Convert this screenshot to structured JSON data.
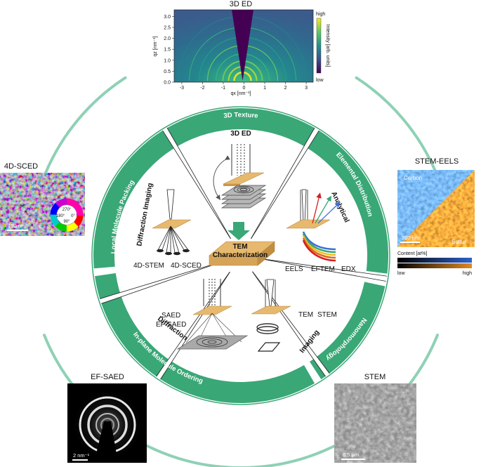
{
  "center": {
    "line1": "TEM",
    "line2": "Characterization"
  },
  "bands": {
    "texture": "3D Texture",
    "elemental": "Elemental Distribution",
    "nanomorph": "Nanomorphology",
    "inplane": "In-plane Molecule Ordering",
    "local": "Local Molecule Packing"
  },
  "sections": {
    "ed3d": "3D ED",
    "analytical": "Analytical",
    "imaging": "Imaging",
    "diffraction": "Diffraction",
    "diffimaging": "Diffraction Imaging"
  },
  "techniques": {
    "eels": "EELS",
    "eftem": "EFTEM",
    "edx": "EDX",
    "tem": "TEM",
    "stem": "STEM",
    "saed": "SAED",
    "efsaed": "EF-SAED",
    "stem4d": "4D-STEM",
    "sced4d": "4D-SCED"
  },
  "panels": {
    "ed3d": {
      "title": "3D ED",
      "xlabel": "qx [nm⁻¹]",
      "ylabel": "qz [nm⁻¹]",
      "xticks": [
        "-3",
        "-2",
        "-1",
        "0",
        "1",
        "2",
        "3"
      ],
      "yticks": [
        "0.0",
        "0.5",
        "1.0",
        "1.5",
        "2.0",
        "2.5",
        "3.0"
      ],
      "colorbar_high": "high",
      "colorbar_low": "low",
      "colorbar_label": "Intensity [arb. units]"
    },
    "sced": {
      "title": "4D-SCED",
      "scale": "100 nm",
      "angles": [
        "270°",
        "180°",
        "0°",
        "90°"
      ]
    },
    "eels": {
      "title": "STEM-EELS",
      "carbon": "Carbon",
      "sulfur": "Sulfur",
      "scale": "200 nm",
      "legend_title": "Content [at%]",
      "low": "low",
      "high": "high"
    },
    "efsaed": {
      "title": "EF-SAED",
      "scale": "2 nm⁻¹"
    },
    "stem": {
      "title": "STEM",
      "scale": "0.5 µm"
    }
  },
  "colors": {
    "green": "#3aa776",
    "ring": "#8fd1b5",
    "plate": "#e7b96e",
    "gray": "#a9a9a9",
    "blue": "#2f61c9",
    "orange": "#c96a12"
  }
}
